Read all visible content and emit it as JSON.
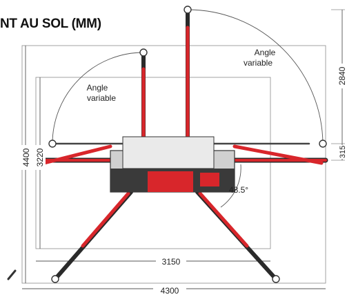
{
  "title": "NT AU SOL (MM)",
  "labels": {
    "angle_right": [
      "Angle",
      "variable"
    ],
    "angle_left": [
      "Angle",
      "variable"
    ],
    "angle_degrees": "48.5°"
  },
  "dimensions": {
    "height_outer": "4400",
    "height_inner": "3220",
    "right_upper": "2840",
    "right_lower": "315",
    "width_inner": "3150",
    "width_outer": "4300"
  },
  "colors": {
    "boom_red": "#d8262b",
    "boom_dark": "#2a2a2a",
    "line_grey": "#8a8a8a"
  }
}
